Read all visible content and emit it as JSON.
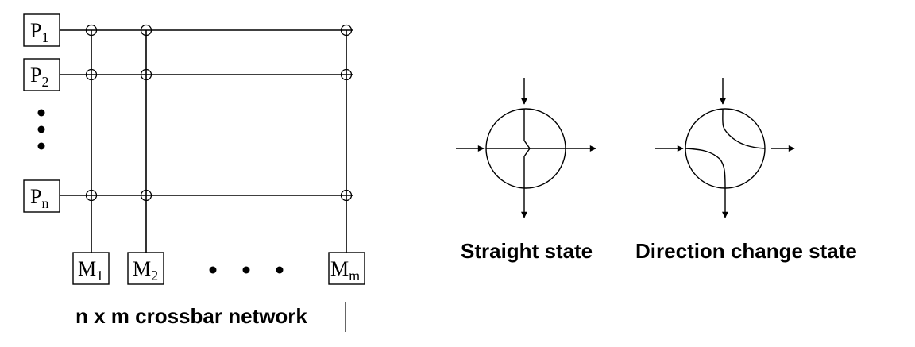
{
  "processors": [
    {
      "base": "P",
      "sub": "1"
    },
    {
      "base": "P",
      "sub": "2"
    },
    {
      "base": "P",
      "sub": "n"
    }
  ],
  "memories": [
    {
      "base": "M",
      "sub": "1"
    },
    {
      "base": "M",
      "sub": "2"
    },
    {
      "base": "M",
      "sub": "m"
    }
  ],
  "captions": {
    "crossbar": "n x m crossbar network",
    "straight": "Straight state",
    "direction": "Direction change state"
  }
}
